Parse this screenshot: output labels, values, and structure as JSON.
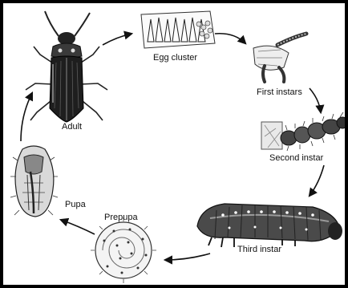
{
  "stages": {
    "adult": "Adult",
    "egg_cluster": "Egg cluster",
    "first_instars": "First instars",
    "second_instar": "Second instar",
    "third_instar": "Third instar",
    "prepupa": "Prepupa",
    "pupa": "Pupa"
  }
}
